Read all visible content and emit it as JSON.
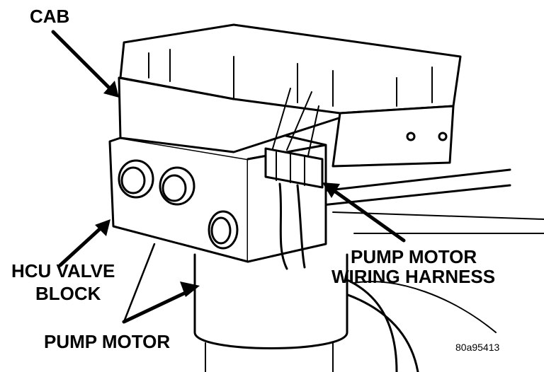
{
  "labels": {
    "cab": "CAB",
    "hcu_line1": "HCU VALVE",
    "hcu_line2": "BLOCK",
    "pump_motor": "PUMP MOTOR",
    "harness_line1": "PUMP MOTOR",
    "harness_line2": "WIRING HARNESS"
  },
  "figure_id": "80a95413"
}
